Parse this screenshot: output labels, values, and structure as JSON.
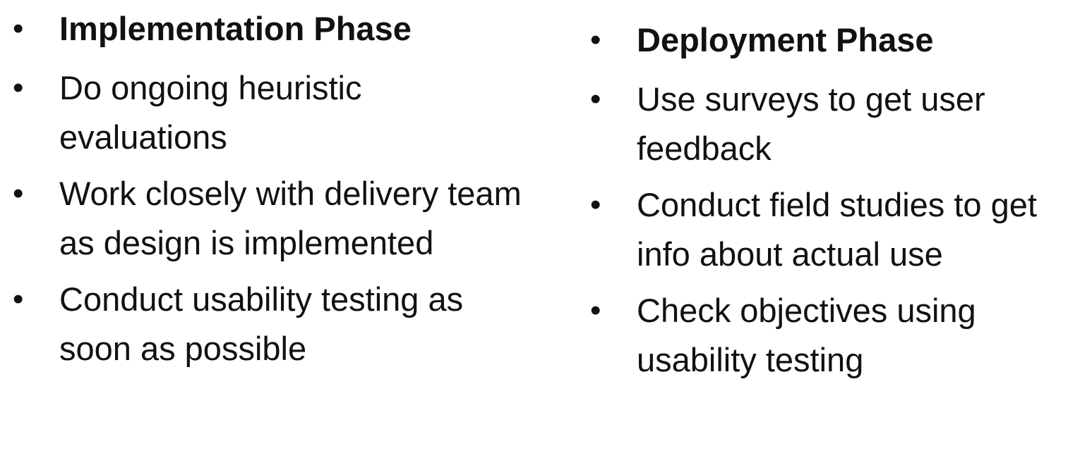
{
  "implementation": {
    "heading": "Implementation Phase",
    "items": [
      "Do ongoing heuristic evaluations",
      "Work closely with delivery team as design is implemented",
      "Conduct usability testing as soon as possible"
    ]
  },
  "deployment": {
    "heading": "Deployment Phase",
    "items": [
      "Use surveys to get user feedback",
      "Conduct field studies to get info about actual use",
      "Check objectives using usability testing"
    ]
  },
  "bullet_glyph": "•"
}
